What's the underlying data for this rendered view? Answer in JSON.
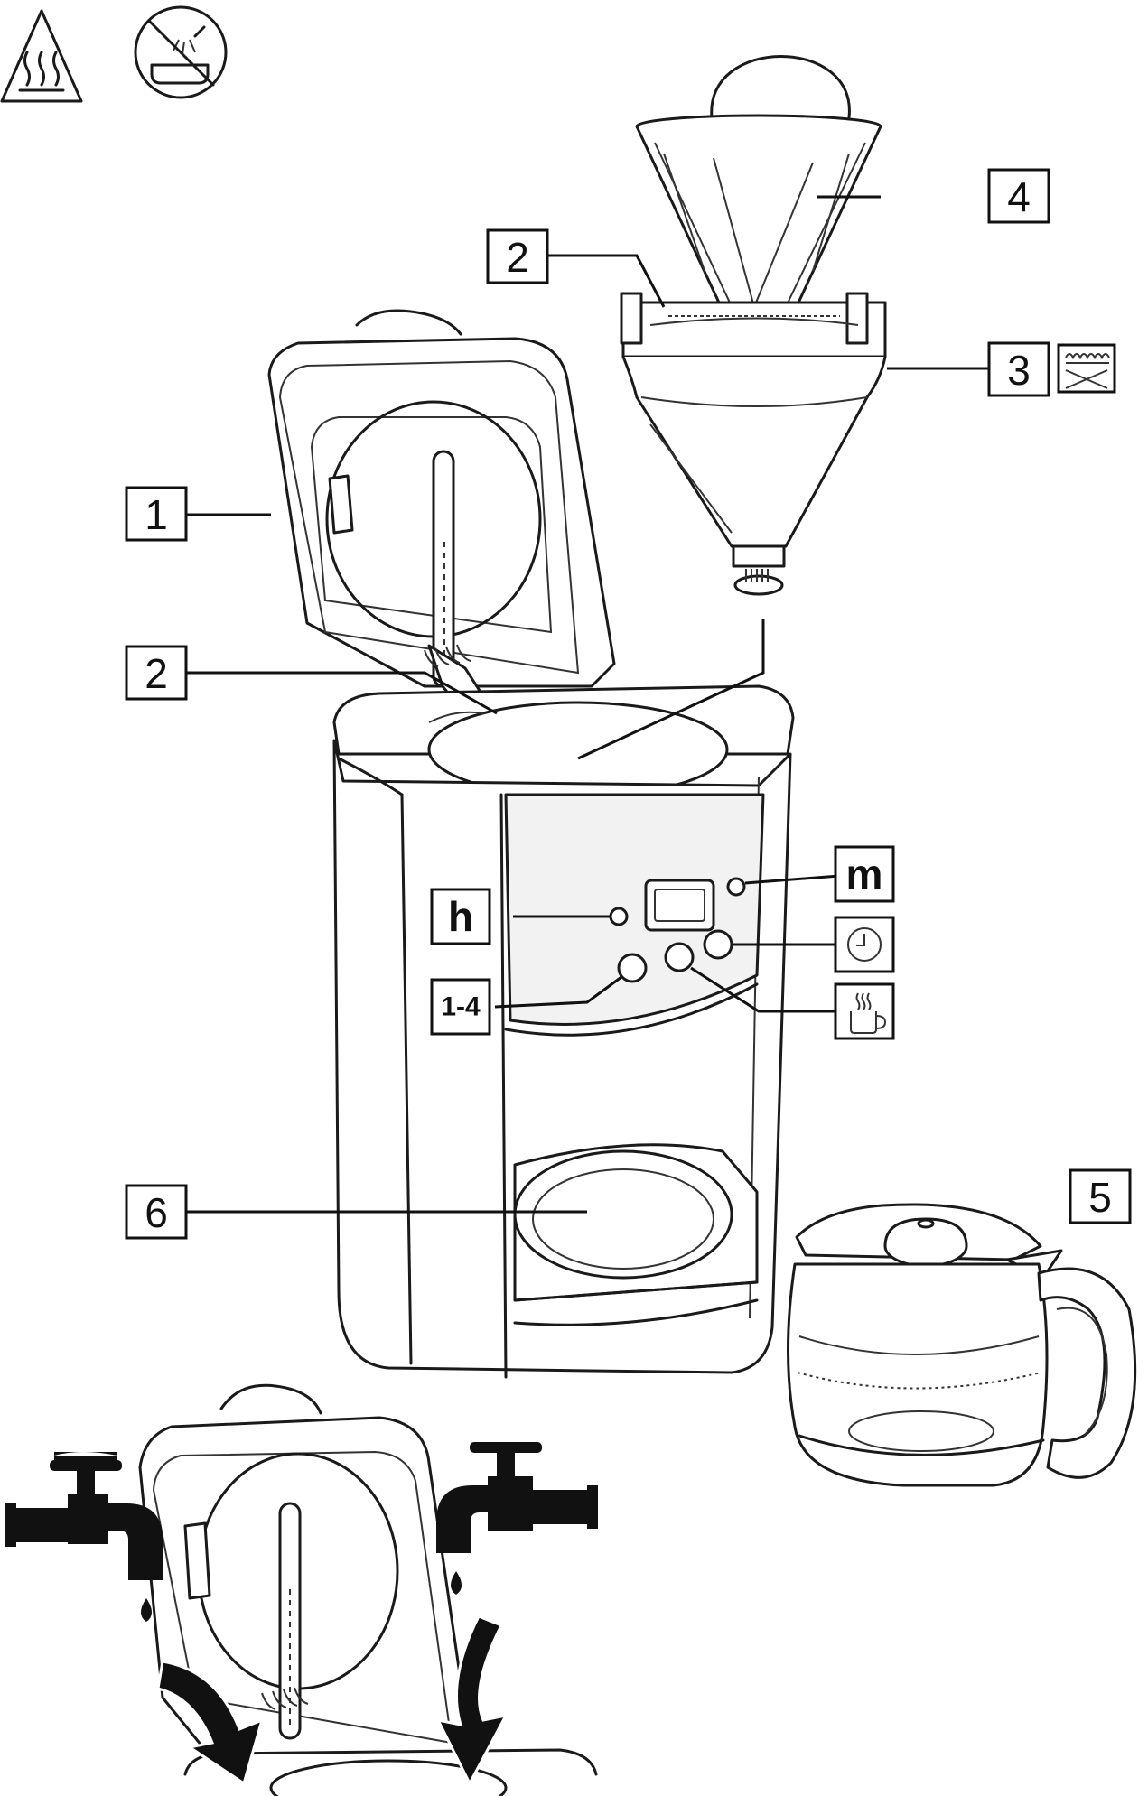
{
  "labels": {
    "lid": "1",
    "valve_lid": "2",
    "valve_filter": "2",
    "filter_holder": "3",
    "filter_basket": "4",
    "carafe": "5",
    "hotplate": "6",
    "hour_button": "h",
    "minute_button": "m",
    "cups_button": "1-4"
  },
  "icons": {
    "hot_surface": "hot-surface-warning-icon",
    "no_immersion": "no-water-immersion-icon",
    "dishwasher": "dishwasher-safe-icon",
    "timer": "clock-timer-icon",
    "keep_warm": "keep-warm-cup-icon",
    "water_tap": "water-tap-icon"
  }
}
